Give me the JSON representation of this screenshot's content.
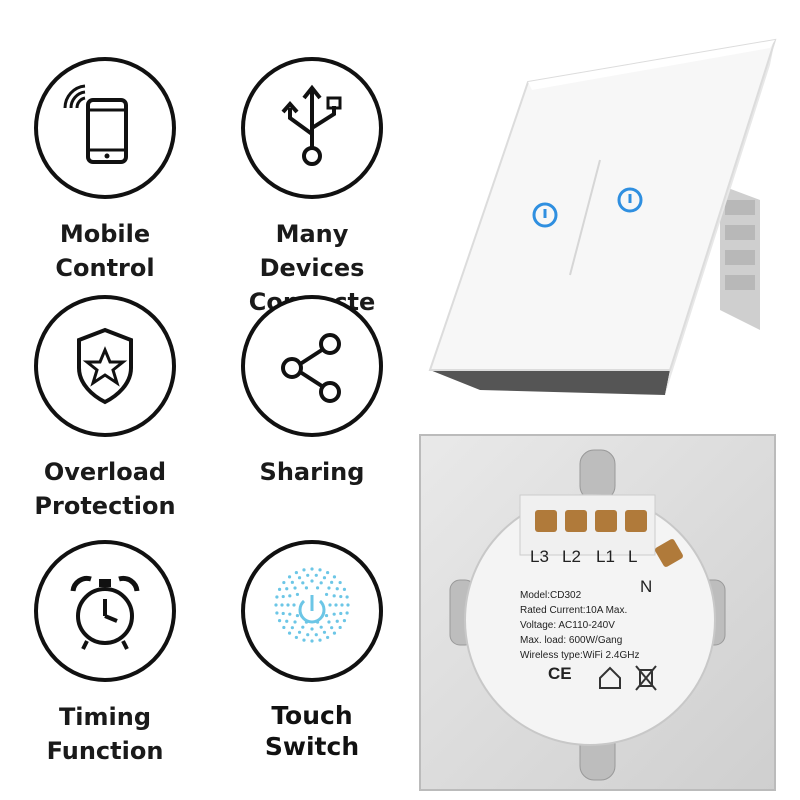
{
  "features": [
    {
      "id": "mobile-control",
      "icon": "phone-wifi-icon",
      "lines": [
        "Mobile",
        "Control"
      ]
    },
    {
      "id": "many-devices",
      "icon": "usb-trident-icon",
      "lines": [
        "Many Devices",
        "Connecte"
      ]
    },
    {
      "id": "overload-protection",
      "icon": "shield-star-icon",
      "lines": [
        "Overload",
        "Protection"
      ]
    },
    {
      "id": "sharing",
      "icon": "share-icon",
      "lines": [
        "Sharing"
      ]
    },
    {
      "id": "timing-function",
      "icon": "alarm-clock-icon",
      "lines": [
        "Timing",
        "Function"
      ]
    },
    {
      "id": "touch-switch",
      "icon": "touch-power-icon",
      "lines": [
        "Touch",
        "Switch"
      ]
    }
  ],
  "back_panel": {
    "terminals": [
      "L3",
      "L2",
      "L1",
      "L"
    ],
    "neutral_label": "N",
    "specs": [
      "Model:CD302",
      "Rated Current:10A Max.",
      "Voltage: AC110-240V",
      "Max. load: 600W/Gang",
      "Wireless type:WiFi 2.4GHz"
    ],
    "cert_marks": [
      "CE"
    ]
  },
  "colors": {
    "indicator_blue": "#2f8fe0",
    "icon_stroke": "#111111",
    "touch_dots": "#6cc6e6"
  }
}
